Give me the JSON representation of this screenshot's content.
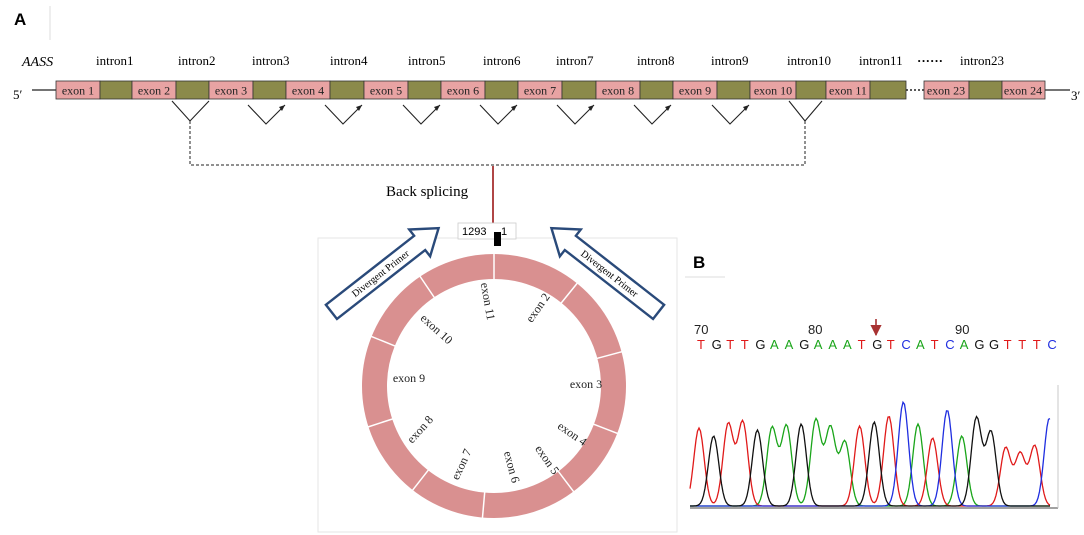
{
  "panels": {
    "a": "A",
    "b": "B"
  },
  "gene": {
    "name": "AASS",
    "five_prime": "5′",
    "three_prime": "3′",
    "intron_labels": [
      "intron1",
      "intron2",
      "intron3",
      "intron4",
      "intron5",
      "intron6",
      "intron7",
      "intron8",
      "intron9",
      "intron10",
      "intron11",
      "intron23"
    ],
    "intron_ellipsis": "······",
    "exon_labels": [
      "exon 1",
      "exon 2",
      "exon 3",
      "exon 4",
      "exon 5",
      "exon 6",
      "exon 7",
      "exon 8",
      "exon 9",
      "exon 10",
      "exon 11",
      "exon 23",
      "exon 24"
    ]
  },
  "back_splicing_label": "Back splicing",
  "circle": {
    "junction_left": "1293",
    "junction_right": "1",
    "exon_labels": [
      "exon 11",
      "exon 2",
      "exon 3",
      "exon 4",
      "exon 5",
      "exon 6",
      "exon 7",
      "exon 8",
      "exon 9",
      "exon 10"
    ],
    "primer_left": "Divergent Primer",
    "primer_right": "Divergent Primer",
    "ring_color": "#d99090"
  },
  "chromatogram": {
    "positions": [
      "70",
      "80",
      "90"
    ],
    "sequence": [
      "T",
      "G",
      "T",
      "T",
      "G",
      "A",
      "A",
      "G",
      "A",
      "A",
      "A",
      "T",
      "G",
      "T",
      "C",
      "A",
      "T",
      "C",
      "A",
      "G",
      "G",
      "T",
      "T",
      "T",
      "C"
    ],
    "base_colors": {
      "A": "#1aa51a",
      "C": "#1f2ee0",
      "G": "#111111",
      "T": "#e01a1a"
    }
  },
  "colors": {
    "exon": "#e8a3a3",
    "intron": "#8b8a4a",
    "arrow": "#a83232",
    "primer": "#2a4a7a"
  }
}
